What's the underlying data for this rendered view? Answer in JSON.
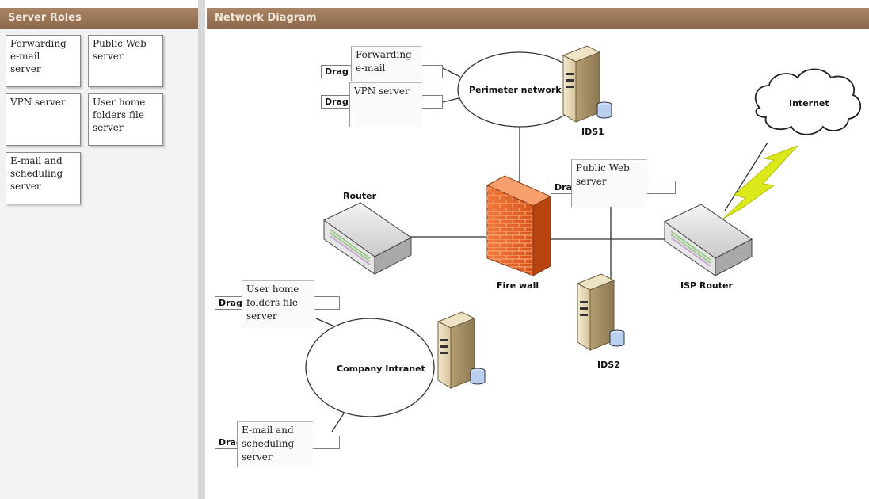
{
  "left_panel": {
    "title": "Server Roles",
    "cards": [
      "Forwarding\ne-mail\nserver",
      "Public Web\nserver",
      "VPN server",
      "User home\nfolders file\nserver",
      "E-mail and\nscheduling\nserver"
    ]
  },
  "diagram": {
    "title": "Network Diagram",
    "nodes": {
      "perimeter": "Perimeter network",
      "ids1": "IDS1",
      "internet": "Internet",
      "router": "Router",
      "firewall": "Fire wall",
      "isp_router": "ISP Router",
      "ids2": "IDS2",
      "intranet": "Company Intranet"
    },
    "drop_target_text": "Drag here",
    "drop_targets": [
      {
        "placed": "Forwarding\ne-mail"
      },
      {
        "placed": "VPN server"
      },
      {
        "placed": "Public Web\nserver"
      },
      {
        "placed": "User home\nfolders file\nserver"
      },
      {
        "placed": "E-mail and\nscheduling\nserver"
      }
    ]
  },
  "colors": {
    "header": "#9a7758",
    "firewall": "#e8652a",
    "lightning": "#d7e81c"
  },
  "icons": [
    "server-tower-icon",
    "router-icon",
    "firewall-icon",
    "cloud-icon",
    "lightning-icon"
  ]
}
